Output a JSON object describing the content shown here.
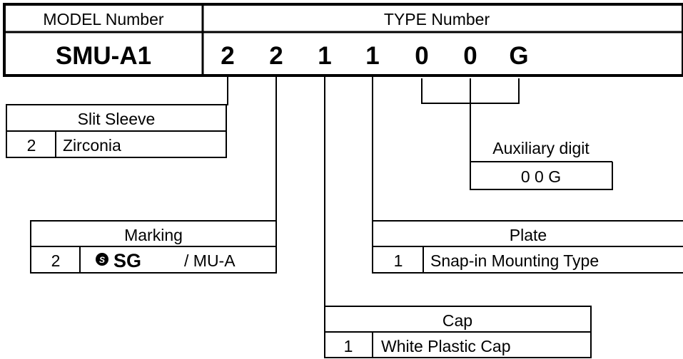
{
  "header": {
    "model_label": "MODEL Number",
    "type_label": "TYPE Number",
    "model_value": "SMU-A1",
    "digits": [
      "2",
      "2",
      "1",
      "1",
      "0",
      "0",
      "G"
    ]
  },
  "boxes": {
    "slit_sleeve": {
      "title": "Slit Sleeve",
      "code": "2",
      "desc": "Zirconia"
    },
    "marking": {
      "title": "Marking",
      "code": "2",
      "logo_text": "SG",
      "desc": "/ MU-A"
    },
    "plate": {
      "title": "Plate",
      "code": "1",
      "desc": "Snap-in Mounting Type"
    },
    "cap": {
      "title": "Cap",
      "code": "1",
      "desc": "White Plastic Cap"
    },
    "auxiliary": {
      "title": "Auxiliary digit",
      "value": "0 0 G"
    }
  }
}
